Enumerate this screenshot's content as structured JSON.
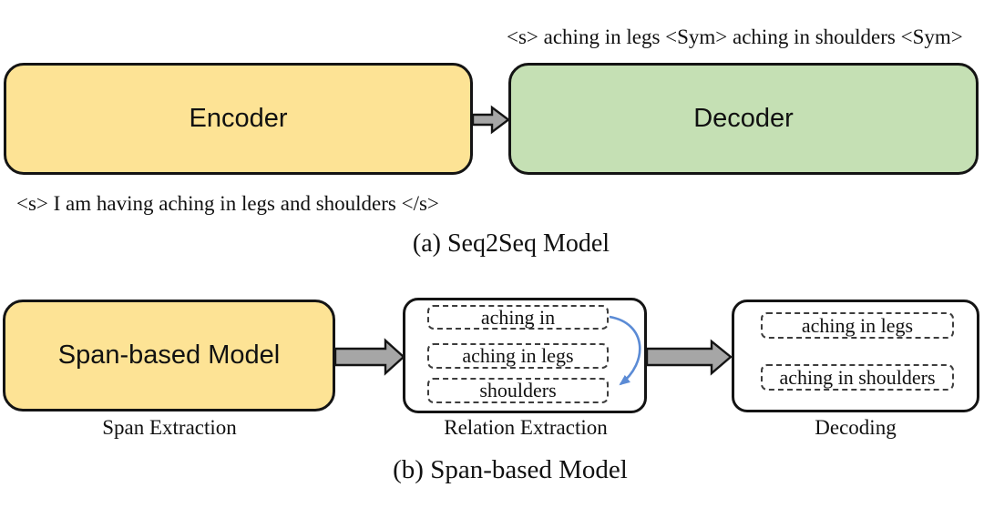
{
  "diagram": {
    "section_a": {
      "caption": "(a) Seq2Seq Model",
      "encoder_label": "Encoder",
      "decoder_label": "Decoder",
      "input_text": "<s> I am having aching in legs and shoulders </s>",
      "output_text": "<s> aching in legs <Sym> aching in shoulders <Sym>"
    },
    "section_b": {
      "caption": "(b) Span-based Model",
      "span_model_label": "Span-based Model",
      "stage_labels": [
        "Span Extraction",
        "Relation Extraction",
        "Decoding"
      ],
      "relation_spans": [
        "aching in",
        "aching in legs",
        "shoulders"
      ],
      "decoding_spans": [
        "aching in legs",
        "aching in shoulders"
      ]
    },
    "icons": {
      "block_arrow_right": "thick gray right block arrow",
      "relation_curve_arrow": "blue curved arrow linking aching in to shoulders"
    },
    "colors": {
      "encoder_fill": "#FDE395",
      "decoder_fill": "#C5E0B4",
      "arrow_fill": "#A6A6A6",
      "relation_arrow": "#5B8BD5"
    }
  }
}
